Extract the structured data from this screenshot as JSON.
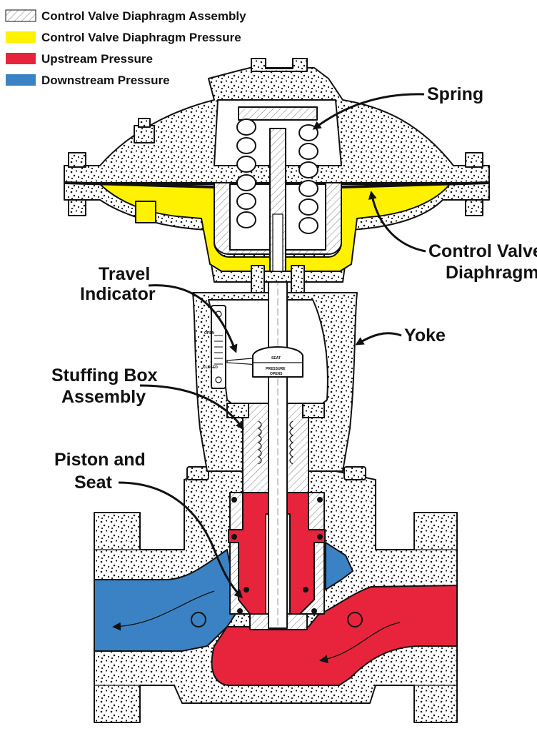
{
  "legend": [
    {
      "label": "Control Valve Diaphragm Assembly",
      "color": "#ffffff",
      "pattern": "hatch"
    },
    {
      "label": "Control Valve Diaphragm Pressure",
      "color": "#fff200"
    },
    {
      "label": "Upstream Pressure",
      "color": "#e8243c"
    },
    {
      "label": "Downstream Pressure",
      "color": "#3a82c4"
    }
  ],
  "callouts": {
    "spring": [
      "Spring"
    ],
    "diaphragm": [
      "Control Valve",
      "Diaphragm"
    ],
    "travel_indicator": [
      "Travel",
      "Indicator"
    ],
    "yoke": [
      "Yoke"
    ],
    "stuffing_box": [
      "Stuffing Box",
      "Assembly"
    ],
    "piston_seat": [
      "Piston and",
      "Seat"
    ]
  },
  "indicator_labels": {
    "open": "OPEN",
    "closed": "CLOSED",
    "seat": "SEAT",
    "pressure": "PRESSURE",
    "opens": "OPENS"
  },
  "colors": {
    "casting": "#ffffff",
    "outline": "#111111",
    "diaphragm_pressure": "#fff200",
    "upstream": "#e8243c",
    "downstream": "#3a82c4"
  }
}
